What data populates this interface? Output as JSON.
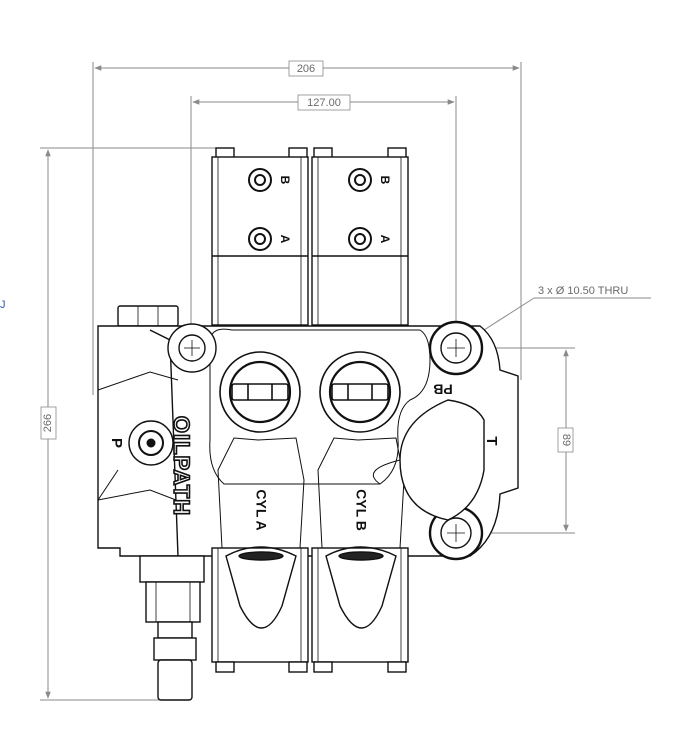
{
  "dimensions": {
    "overall_width": "206",
    "port_span": "127.00",
    "overall_height": "266",
    "mount_hole_spacing": "89",
    "hole_callout": "3 x Ø 10.50 THRU"
  },
  "ports": {
    "section1_b": "B",
    "section1_a": "A",
    "section2_b": "B",
    "section2_a": "A",
    "pressure": "P",
    "power_beyond": "PB",
    "tank": "T",
    "cyl_a": "CYL A",
    "cyl_b": "CYL B"
  },
  "brand": "OILPATH",
  "edge_fragment": "J",
  "colors": {
    "dimension_line": "#8a8a8a",
    "outline": "#111111",
    "background": "#ffffff"
  }
}
